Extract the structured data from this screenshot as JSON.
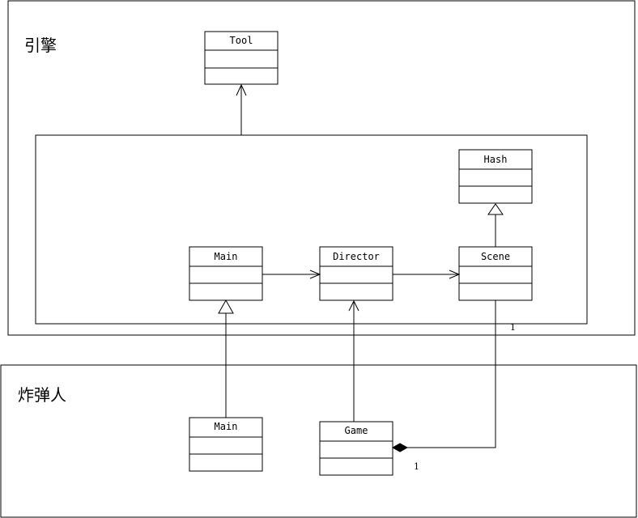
{
  "packages": {
    "engine": {
      "title": "引擎"
    },
    "bomberman": {
      "title": "炸弹人"
    }
  },
  "classes": {
    "tool": {
      "name": "Tool"
    },
    "hash": {
      "name": "Hash"
    },
    "main_engine": {
      "name": "Main"
    },
    "director": {
      "name": "Director"
    },
    "scene": {
      "name": "Scene"
    },
    "main_game": {
      "name": "Main"
    },
    "game": {
      "name": "Game"
    }
  },
  "multiplicities": {
    "scene_end": "1",
    "game_end": "1"
  }
}
